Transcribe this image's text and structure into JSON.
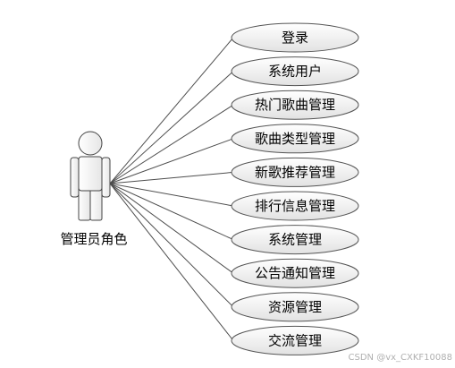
{
  "actor": {
    "label": "管理员角色"
  },
  "use_cases": [
    {
      "label": "登录"
    },
    {
      "label": "系统用户"
    },
    {
      "label": "热门歌曲管理"
    },
    {
      "label": "歌曲类型管理"
    },
    {
      "label": "新歌推荐管理"
    },
    {
      "label": "排行信息管理"
    },
    {
      "label": "系统管理"
    },
    {
      "label": "公告通知管理"
    },
    {
      "label": "资源管理"
    },
    {
      "label": "交流管理"
    }
  ],
  "watermark": "CSDN @vx_CXKF10088",
  "colors": {
    "ellipse_fill_top": "#ffffff",
    "ellipse_fill_bottom": "#e4e4e4",
    "stroke": "#555555"
  }
}
